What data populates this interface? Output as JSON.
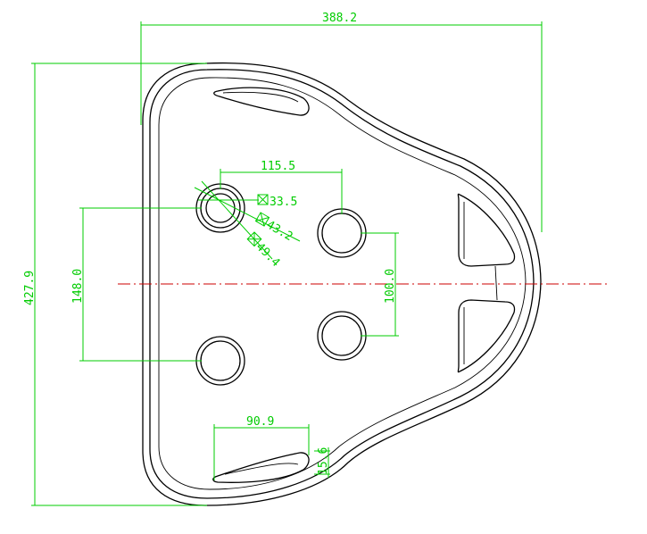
{
  "drawing": {
    "colors": {
      "outline": "#000000",
      "dimension": "#00cc00",
      "centerline": "#cc0000",
      "background": "#ffffff"
    },
    "dimensions": {
      "overall_width": "388.2",
      "overall_height": "427.9",
      "hole_spacing_x": "115.5",
      "hole_spacing_y_left": "148.0",
      "hole_spacing_y_right": "100.0",
      "diameter_inner": "33.5",
      "diameter_middle": "43.2",
      "diameter_outer": "49.4",
      "slot_length": "90.9",
      "slot_width": "15.6"
    }
  }
}
